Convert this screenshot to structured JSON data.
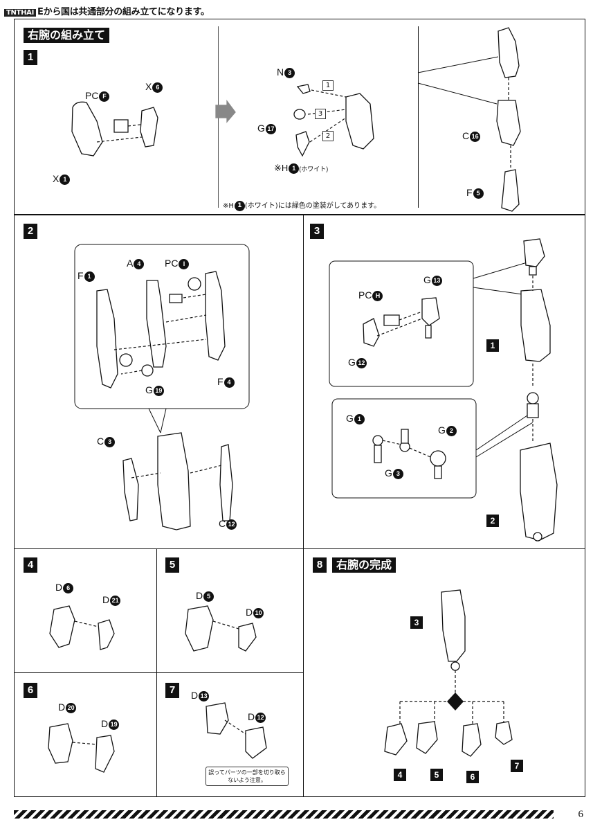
{
  "header": {
    "logo": "TNTHAI",
    "text": "Eから国は共通部分の組み立てになります。"
  },
  "section_right_arm": {
    "title": "右腕の組み立て",
    "step": "1",
    "labels": {
      "pc_f": "PC",
      "pc_f_c": "F",
      "x6": "X",
      "x6_c": "6",
      "x1": "X",
      "x1_c": "1",
      "n3": "N",
      "n3_c": "3",
      "g17": "G",
      "g17_c": "17",
      "h1": "※H",
      "h1_c": "1",
      "h1_suffix": "(ホワイト)",
      "c16": "C",
      "c16_c": "16",
      "f5": "F",
      "f5_c": "5"
    },
    "order_boxes": [
      "1",
      "3",
      "2"
    ],
    "note": "※H",
    "note_c": "1",
    "note_rest": "(ホワイト)には緑色の塗装がしてあります。"
  },
  "step2": {
    "num": "2",
    "labels": {
      "f1": "F",
      "f1_c": "1",
      "a4": "A",
      "a4_c": "4",
      "pci": "PC",
      "pci_c": "I",
      "g19": "G",
      "g19_c": "19",
      "f4": "F",
      "f4_c": "4",
      "c3": "C",
      "c3_c": "3",
      "c12": "C",
      "c12_c": "12"
    }
  },
  "step3": {
    "num": "3",
    "labels": {
      "pch": "PC",
      "pch_c": "H",
      "g13": "G",
      "g13_c": "13",
      "g12": "G",
      "g12_c": "12",
      "g1": "G",
      "g1_c": "1",
      "g2": "G",
      "g2_c": "2",
      "g3": "G",
      "g3_c": "3"
    },
    "callouts": [
      "1",
      "2"
    ]
  },
  "step4": {
    "num": "4",
    "a": "D",
    "a_c": "6",
    "b": "D",
    "b_c": "21"
  },
  "step5": {
    "num": "5",
    "a": "D",
    "a_c": "5",
    "b": "D",
    "b_c": "10"
  },
  "step6": {
    "num": "6",
    "a": "D",
    "a_c": "20",
    "b": "D",
    "b_c": "19"
  },
  "step7": {
    "num": "7",
    "a": "D",
    "a_c": "13",
    "b": "D",
    "b_c": "12",
    "note": "誤ってパーツの一部を切り取らないよう注意。"
  },
  "step8": {
    "num": "8",
    "title": "右腕の完成",
    "callouts": [
      "3",
      "4",
      "5",
      "6",
      "7"
    ]
  },
  "footer": {
    "page": "6"
  }
}
